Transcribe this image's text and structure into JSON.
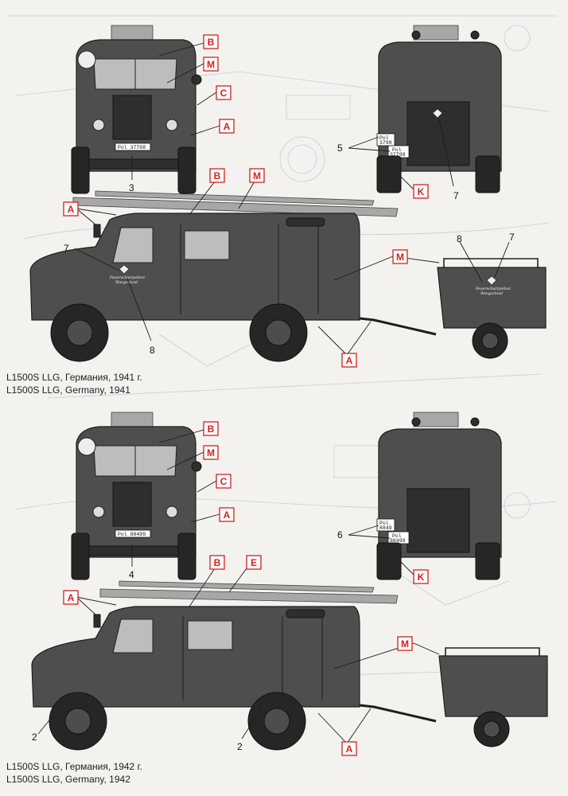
{
  "variants": [
    {
      "caption_ru": "L1500S LLG, Германия, 1941 г.",
      "caption_en": "L1500S LLG, Germany,  1941",
      "front_plate": "Pol 37798",
      "rear_plate_top": "Pol",
      "rear_plate_top2": "3798",
      "rear_plate_bottom": "Pol",
      "rear_plate_bottom2": "37798",
      "door_text_1": "Feuerschutzpolizei",
      "door_text_2": "Wangerland",
      "callouts": {
        "front": [
          "B",
          "M",
          "C",
          "A"
        ],
        "rear": [
          "K"
        ],
        "side": [
          "A",
          "B",
          "M",
          "M",
          "A"
        ]
      },
      "numbers": {
        "front": "3",
        "rear_plates": "5",
        "rear_emblem": "7",
        "side_door": "7",
        "side_door_bottom": "8",
        "trailer_left": "8",
        "trailer_right": "7"
      }
    },
    {
      "caption_ru": "L1500S LLG, Германия, 1942 г.",
      "caption_en": "L1500S LLG, Germany,  1942",
      "front_plate": "Pol 88499",
      "rear_plate_top": "Pol",
      "rear_plate_top2": "8849",
      "rear_plate_bottom": "Pol",
      "rear_plate_bottom2": "88499",
      "callouts": {
        "front": [
          "B",
          "M",
          "C",
          "A"
        ],
        "rear": [
          "K"
        ],
        "side": [
          "A",
          "B",
          "E",
          "M",
          "A"
        ]
      },
      "numbers": {
        "front": "4",
        "rear_plates": "6",
        "wheel_front": "2",
        "wheel_rear": "2"
      }
    }
  ],
  "colors": {
    "callout_red": "#d32020",
    "vehicle_grey": "#4e4e4e",
    "paper": "#f3f2ef"
  }
}
